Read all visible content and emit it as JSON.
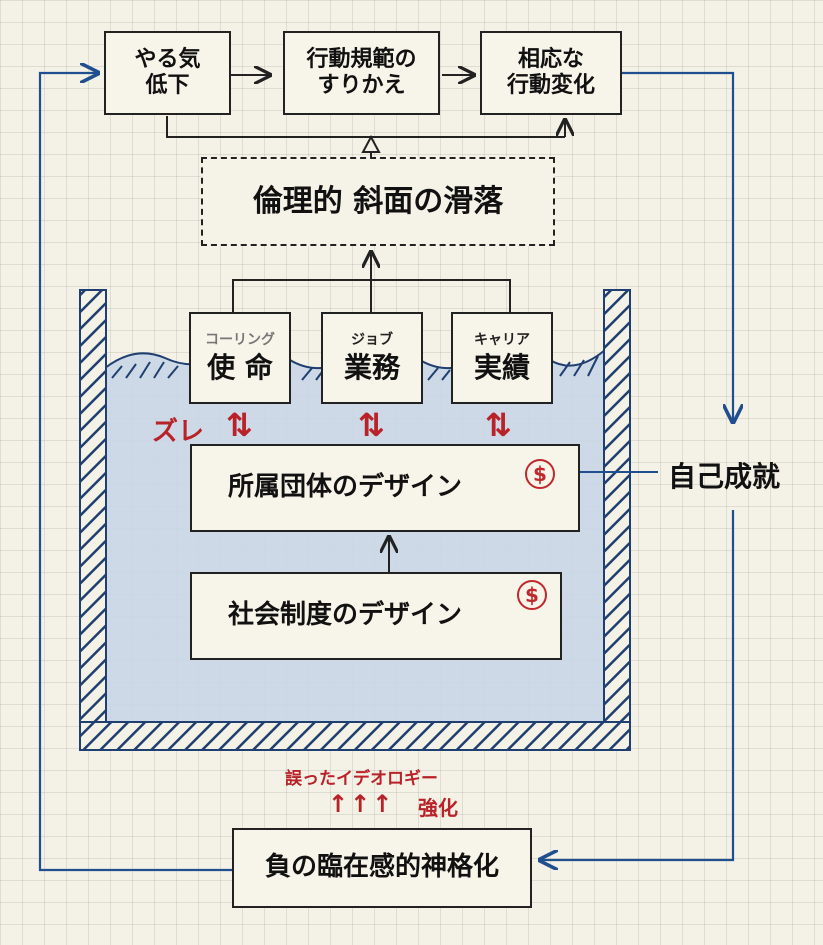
{
  "top_row": [
    {
      "line1": "やる気",
      "line2": "低下"
    },
    {
      "line1": "行動規範の",
      "line2": "すりかえ"
    },
    {
      "line1": "相応な",
      "line2": "行動変化"
    }
  ],
  "slope": "倫理的 斜面の滑落",
  "roles": [
    {
      "small": "コーリング",
      "big": "使 命"
    },
    {
      "small": "ジョブ",
      "big": "業務"
    },
    {
      "small": "キャリア",
      "big": "実績"
    }
  ],
  "gap_label": "ズレ",
  "updown_arrow": "⇅",
  "org_design": "所属団体のデザイン",
  "social_design": "社会制度のデザイン",
  "dollar_symbol": "$",
  "self_achievement": "自己成就",
  "wrong_ideology": "誤ったイデオロギー",
  "reinforce_arrows": "↑↑↑",
  "reinforce_label": "強化",
  "bottom_box": "負の臨在感的神格化"
}
